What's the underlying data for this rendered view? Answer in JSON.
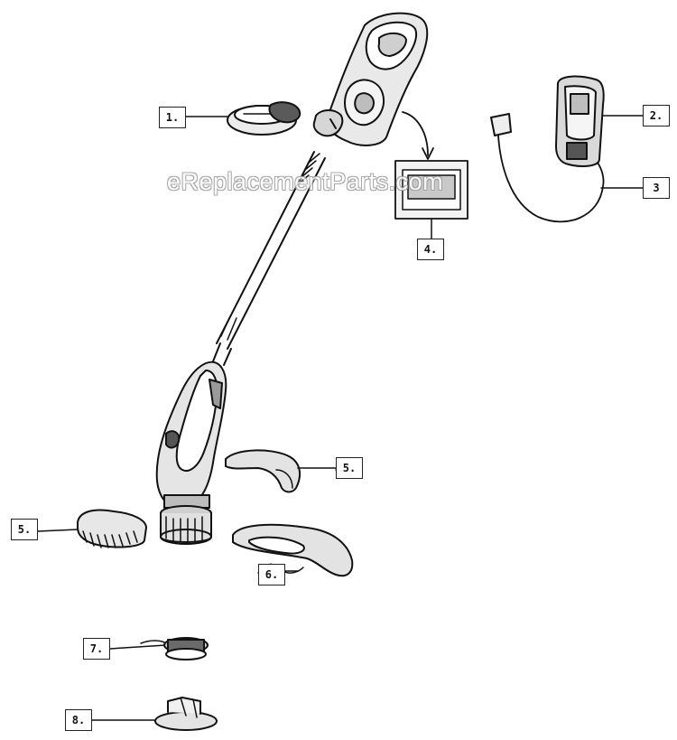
{
  "watermark": "eReplacementParts.com",
  "callouts": {
    "c1": "1.",
    "c2": "2.",
    "c3": "3",
    "c4": "4.",
    "c5a": "5.",
    "c5b": "5.",
    "c6": "6.",
    "c7": "7.",
    "c8": "8."
  },
  "parts": [
    "trimmer-body",
    "handle-knob",
    "battery-charger",
    "charger-cord",
    "battery-pack",
    "guard-upper",
    "spool-cap",
    "guard-lower",
    "spool-line",
    "spool-hub"
  ]
}
